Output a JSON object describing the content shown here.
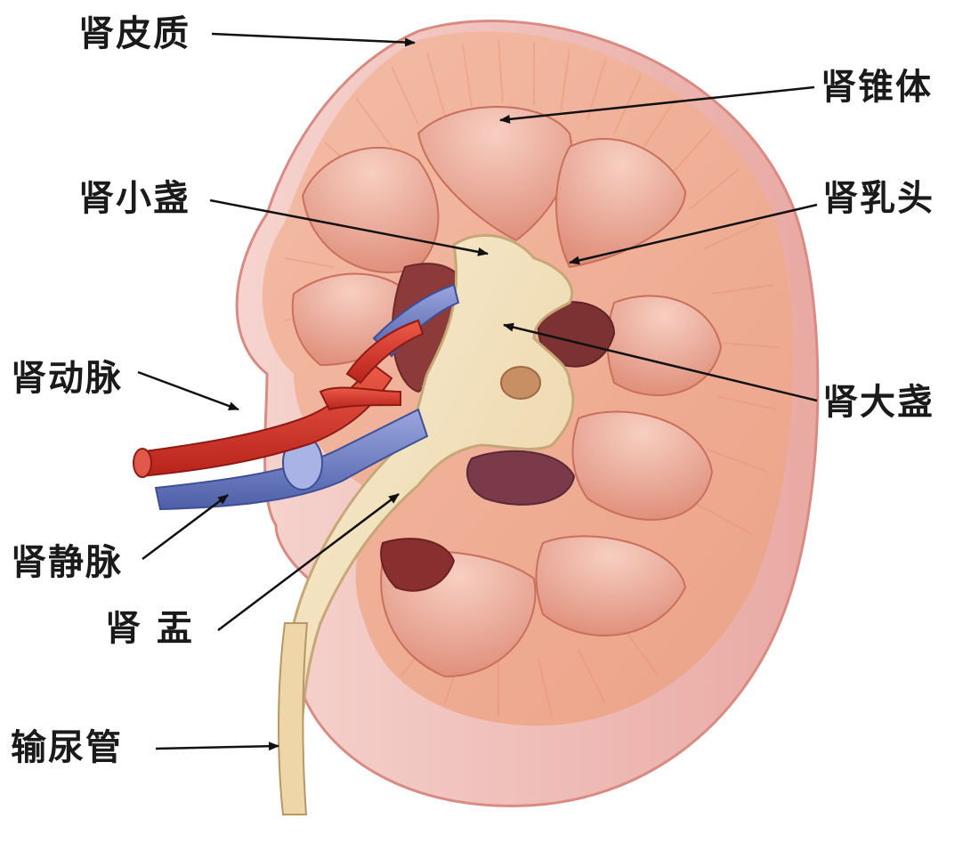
{
  "labels": {
    "renal_cortex": "肾皮质",
    "renal_pyramid": "肾锥体",
    "minor_calyx": "肾小盏",
    "renal_papilla": "肾乳头",
    "renal_artery": "肾动脉",
    "major_calyx": "肾大盏",
    "renal_vein": "肾静脉",
    "renal_pelvis": "肾 盂",
    "ureter": "输尿管"
  },
  "colors": {
    "cortex": "#f2b49c",
    "cortex_dark": "#e79a80",
    "pyramid": "#e99f8d",
    "pyramid_light": "#f6cbbd",
    "pelvis": "#f4e3bf",
    "artery": "#d9352b",
    "vein": "#6f7fc4",
    "capsule": "#f3c7c2",
    "arrow": "#111111"
  }
}
